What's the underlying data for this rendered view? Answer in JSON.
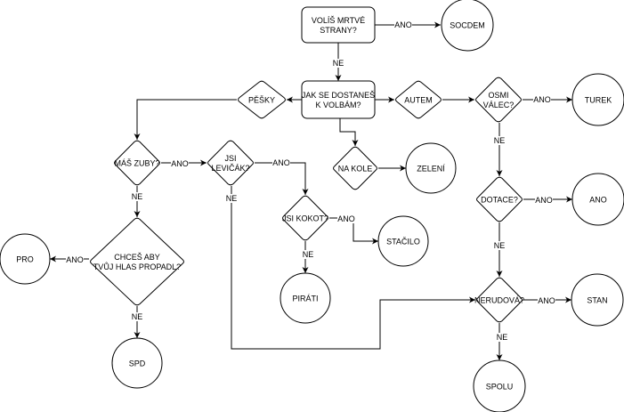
{
  "diagram": {
    "type": "flowchart",
    "colors": {
      "line": "#000000",
      "fill": "#ffffff",
      "text": "#000000"
    },
    "nodes": [
      {
        "id": "q-mrtve",
        "kind": "process",
        "lines": [
          "VOLÍŠ MRTVÉ",
          "STRANY?"
        ]
      },
      {
        "id": "socdem",
        "kind": "terminal",
        "lines": [
          "SOCDEM"
        ]
      },
      {
        "id": "q-volby",
        "kind": "process",
        "lines": [
          "JAK SE DOSTANEŠ",
          "K VOLBÁM?"
        ]
      },
      {
        "id": "pesky",
        "kind": "decision",
        "lines": [
          "PĚŠKY"
        ]
      },
      {
        "id": "autem",
        "kind": "decision",
        "lines": [
          "AUTEM"
        ]
      },
      {
        "id": "nakole",
        "kind": "decision",
        "lines": [
          "NA KOLE"
        ]
      },
      {
        "id": "zeleni",
        "kind": "terminal",
        "lines": [
          "ZELENÍ"
        ]
      },
      {
        "id": "q-osmi",
        "kind": "decision",
        "lines": [
          "OSMI",
          "VÁLEC?"
        ]
      },
      {
        "id": "turek",
        "kind": "terminal",
        "lines": [
          "TUREK"
        ]
      },
      {
        "id": "q-dotace",
        "kind": "decision",
        "lines": [
          "DOTACE?"
        ]
      },
      {
        "id": "ano-party",
        "kind": "terminal",
        "lines": [
          "ANO"
        ]
      },
      {
        "id": "q-nerudova",
        "kind": "decision",
        "lines": [
          "NERUDOVÁ?"
        ]
      },
      {
        "id": "stan",
        "kind": "terminal",
        "lines": [
          "STAN"
        ]
      },
      {
        "id": "spolu",
        "kind": "terminal",
        "lines": [
          "SPOLU"
        ]
      },
      {
        "id": "q-zuby",
        "kind": "decision",
        "lines": [
          "MÁŠ ZUBY?"
        ]
      },
      {
        "id": "q-levicak",
        "kind": "decision",
        "lines": [
          "JSI",
          "LEVIČÁK?"
        ]
      },
      {
        "id": "q-kokot",
        "kind": "decision",
        "lines": [
          "JSI KOKOT?"
        ]
      },
      {
        "id": "stacilo",
        "kind": "terminal",
        "lines": [
          "STAČILO"
        ]
      },
      {
        "id": "pirati",
        "kind": "terminal",
        "lines": [
          "PIRÁTI"
        ]
      },
      {
        "id": "q-propadl",
        "kind": "decision",
        "lines": [
          "CHCEŠ ABY",
          "TVŮJ HLAS PROPADL?"
        ]
      },
      {
        "id": "pro",
        "kind": "terminal",
        "lines": [
          "PRO"
        ]
      },
      {
        "id": "spd",
        "kind": "terminal",
        "lines": [
          "SPD"
        ]
      }
    ],
    "edges": [
      {
        "from": "q-mrtve",
        "to": "socdem",
        "label": "ANO"
      },
      {
        "from": "q-mrtve",
        "to": "q-volby",
        "label": "NE"
      },
      {
        "from": "q-volby",
        "to": "pesky",
        "label": ""
      },
      {
        "from": "q-volby",
        "to": "autem",
        "label": ""
      },
      {
        "from": "q-volby",
        "to": "nakole",
        "label": ""
      },
      {
        "from": "nakole",
        "to": "zeleni",
        "label": ""
      },
      {
        "from": "autem",
        "to": "q-osmi",
        "label": ""
      },
      {
        "from": "q-osmi",
        "to": "turek",
        "label": "ANO"
      },
      {
        "from": "q-osmi",
        "to": "q-dotace",
        "label": "NE"
      },
      {
        "from": "q-dotace",
        "to": "ano-party",
        "label": "ANO"
      },
      {
        "from": "q-dotace",
        "to": "q-nerudova",
        "label": "NE"
      },
      {
        "from": "q-nerudova",
        "to": "stan",
        "label": "ANO"
      },
      {
        "from": "q-nerudova",
        "to": "spolu",
        "label": "NE"
      },
      {
        "from": "pesky",
        "to": "q-zuby",
        "label": ""
      },
      {
        "from": "q-zuby",
        "to": "q-levicak",
        "label": "ANO"
      },
      {
        "from": "q-zuby",
        "to": "q-propadl",
        "label": "NE"
      },
      {
        "from": "q-levicak",
        "to": "q-kokot",
        "label": "ANO"
      },
      {
        "from": "q-levicak",
        "to": "q-nerudova",
        "label": "NE"
      },
      {
        "from": "q-kokot",
        "to": "stacilo",
        "label": "ANO"
      },
      {
        "from": "q-kokot",
        "to": "pirati",
        "label": "NE"
      },
      {
        "from": "q-propadl",
        "to": "pro",
        "label": "ANO"
      },
      {
        "from": "q-propadl",
        "to": "spd",
        "label": "NE"
      }
    ]
  }
}
